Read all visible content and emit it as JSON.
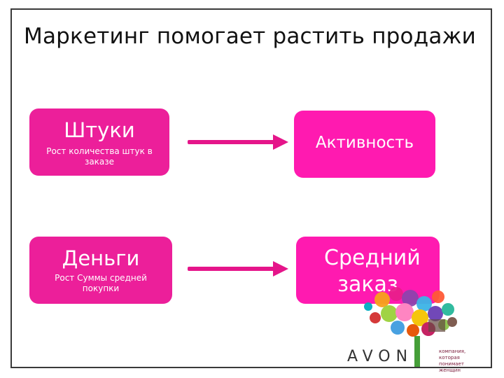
{
  "title": "Маркетинг помогает растить продажи",
  "boxes": [
    {
      "heading": "Штуки",
      "subtext": "Рост количества штук в заказе"
    },
    {
      "heading": "Деньги",
      "subtext": "Рост Суммы средней покупки"
    },
    {
      "heading": "Активность"
    },
    {
      "heading": "Средний заказ"
    }
  ],
  "brand": "AVON",
  "slogan": "компания, которая понимает женщин",
  "colors": {
    "box_left": "#ec1f9a",
    "box_right": "#ff1ab0",
    "arrow": "#e5158a"
  }
}
